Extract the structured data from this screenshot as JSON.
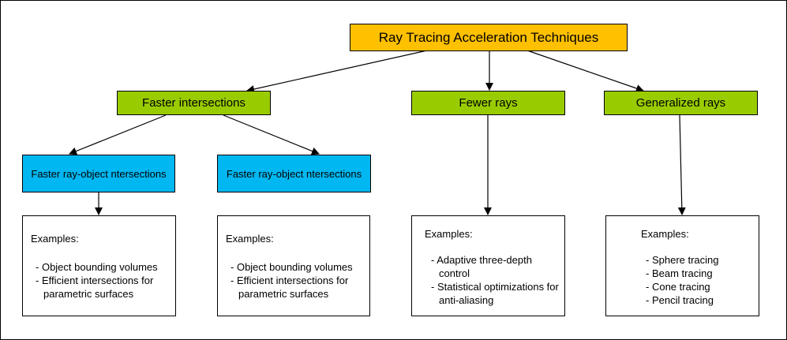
{
  "diagram": {
    "root": {
      "label": "Ray Tracing Acceleration Techniques",
      "color": "#ffc000"
    },
    "categories": [
      {
        "label": "Faster intersections",
        "color": "#99cc00"
      },
      {
        "label": "Fewer rays",
        "color": "#99cc00"
      },
      {
        "label": "Generalized rays",
        "color": "#99cc00"
      }
    ],
    "subcategories": [
      {
        "label": "Faster ray-object ntersections",
        "color": "#00b7f1"
      },
      {
        "label": "Faster ray-object ntersections",
        "color": "#00b7f1"
      }
    ],
    "example_boxes": [
      {
        "heading": "Examples:",
        "items": [
          "Object bounding volumes",
          "Efficient intersections for parametric surfaces"
        ]
      },
      {
        "heading": "Examples:",
        "items": [
          "Object bounding volumes",
          "Efficient intersections for parametric surfaces"
        ]
      },
      {
        "heading": "Examples:",
        "items": [
          "Adaptive three-depth control",
          "Statistical optimizations for anti-aliasing"
        ]
      },
      {
        "heading": "Examples:",
        "items": [
          "Sphere tracing",
          "Beam tracing",
          "Cone tracing",
          "Pencil tracing"
        ]
      }
    ],
    "connectors": [
      {
        "from": "root",
        "to": "category-faster-intersections"
      },
      {
        "from": "root",
        "to": "category-fewer-rays"
      },
      {
        "from": "root",
        "to": "category-generalized-rays"
      },
      {
        "from": "category-faster-intersections",
        "to": "subcategory-1"
      },
      {
        "from": "category-faster-intersections",
        "to": "subcategory-2"
      },
      {
        "from": "subcategory-1",
        "to": "examples-1"
      },
      {
        "from": "category-fewer-rays",
        "to": "examples-3"
      },
      {
        "from": "category-generalized-rays",
        "to": "examples-4"
      }
    ]
  }
}
